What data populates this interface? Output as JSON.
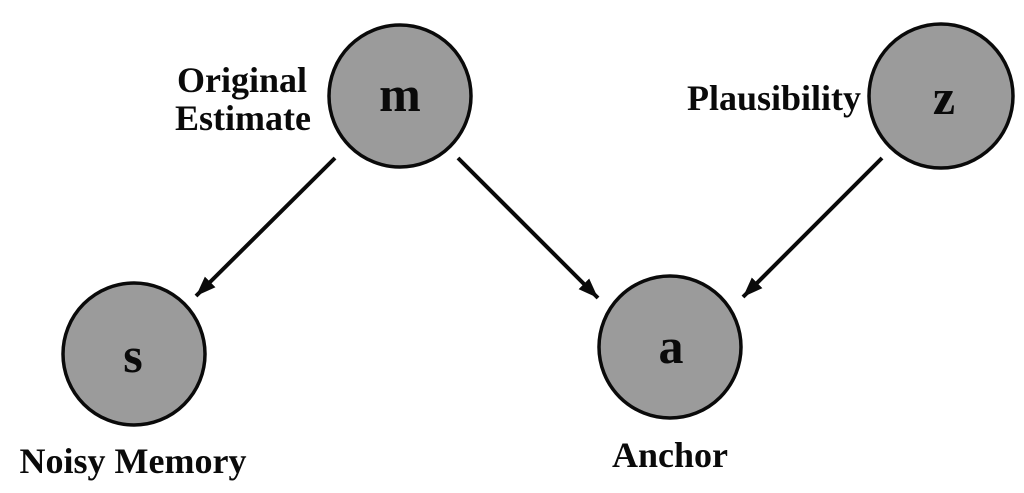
{
  "diagram": {
    "type": "graphical-model",
    "colors": {
      "background": "#ffffff",
      "node_fill": "#9b9b9b",
      "node_stroke": "#0a0a0a",
      "edge": "#0a0a0a",
      "text": "#0a0a0a"
    },
    "nodes": {
      "m": {
        "letter": "m",
        "label": "Original Estimate",
        "label_line1": "Original",
        "label_line2": "Estimate"
      },
      "z": {
        "letter": "z",
        "label": "Plausibility"
      },
      "s": {
        "letter": "s",
        "label": "Noisy Memory"
      },
      "a": {
        "letter": "a",
        "label": "Anchor"
      }
    },
    "edges": [
      {
        "from": "m",
        "to": "s"
      },
      {
        "from": "m",
        "to": "a"
      },
      {
        "from": "z",
        "to": "a"
      }
    ]
  }
}
